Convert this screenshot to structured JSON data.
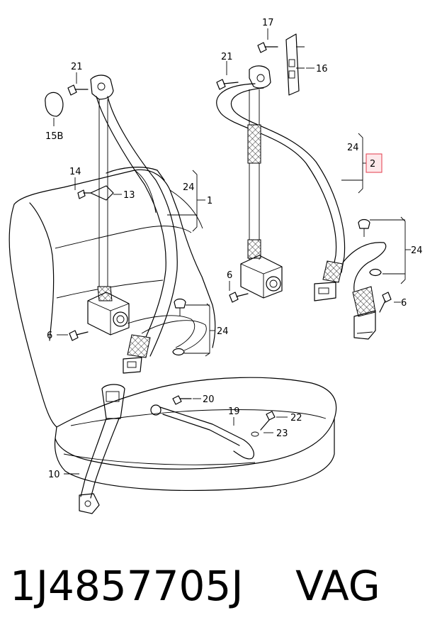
{
  "callouts": {
    "c1": "1",
    "c2": "2",
    "c6a": "6",
    "c6b": "6",
    "c6c": "6",
    "c10": "10",
    "c13": "13",
    "c14": "14",
    "c15b": "15B",
    "c16": "16",
    "c17": "17",
    "c19": "19",
    "c20": "20",
    "c21a": "21",
    "c21b": "21",
    "c22": "22",
    "c23": "23",
    "c24a": "24",
    "c24b": "24",
    "c24c": "24",
    "c24d": "24"
  },
  "highlight_color": "#e33a4a",
  "caption": "1J4857705J    VAG"
}
